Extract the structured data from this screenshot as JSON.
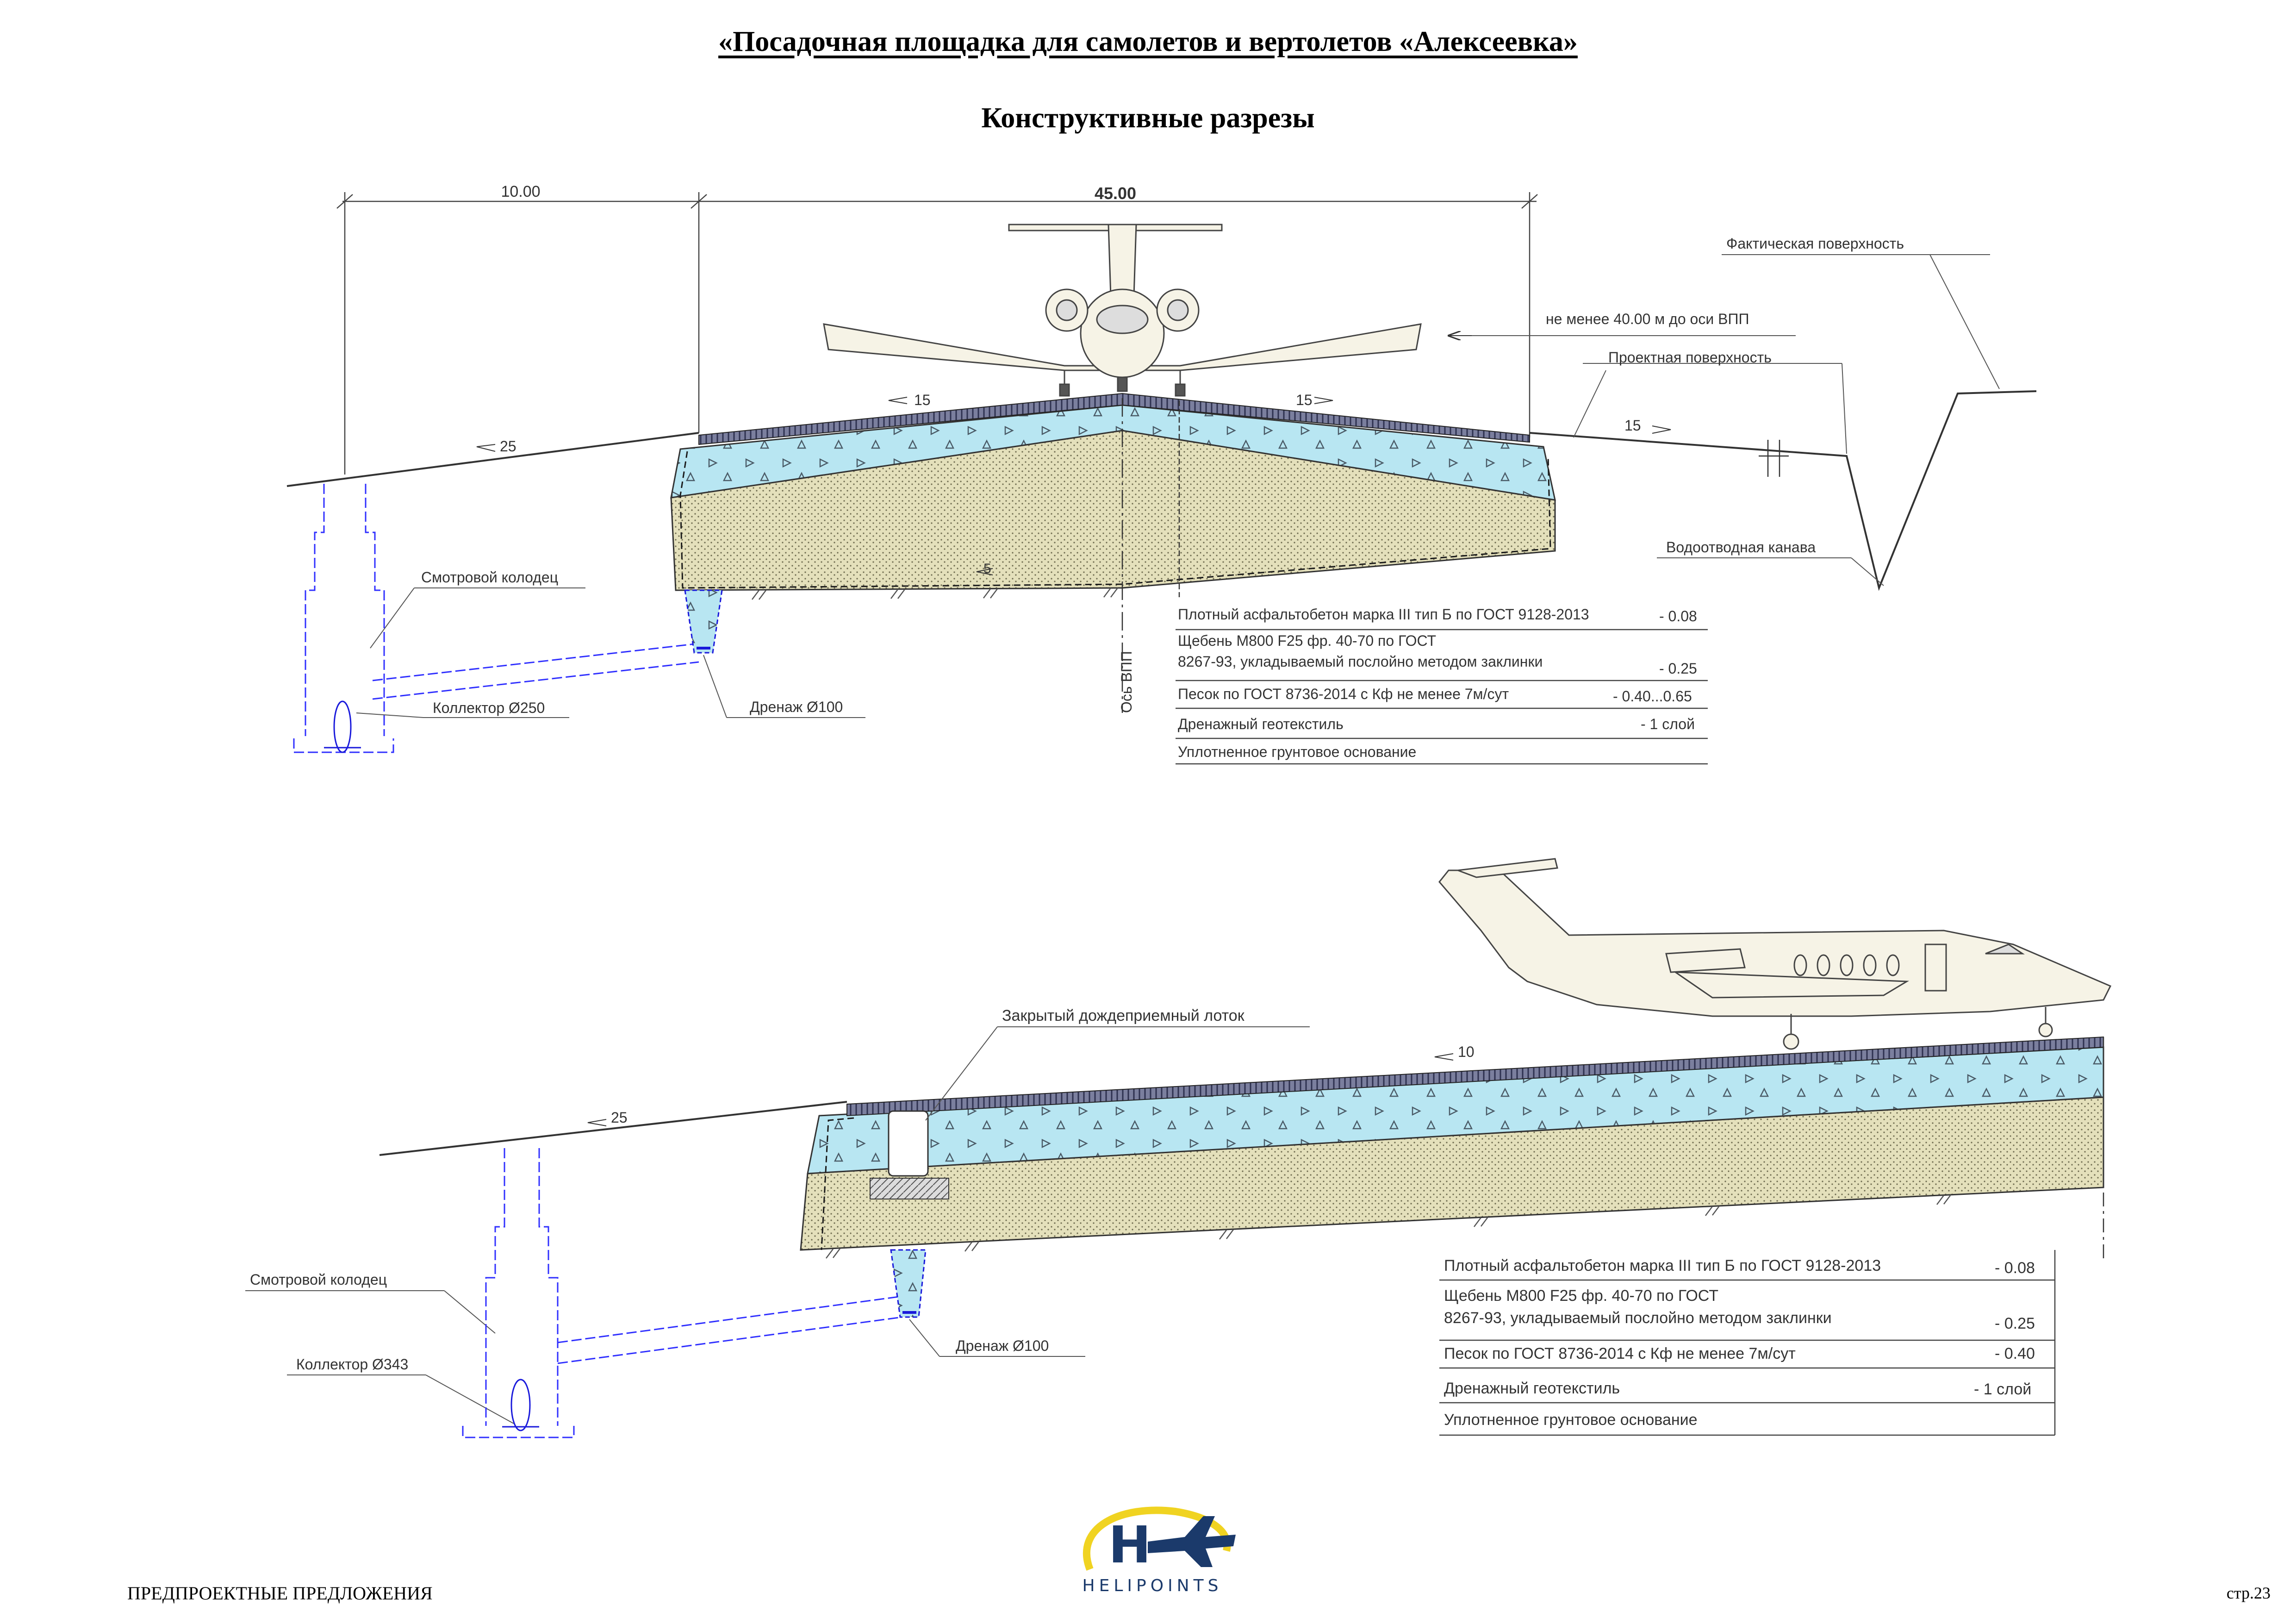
{
  "header": {
    "title": "«Посадочная площадка для самолетов и вертолетов «Алексеевка»",
    "subtitle": "Конструктивные разрезы"
  },
  "section1": {
    "dim_left": "10.00",
    "dim_main": "45.00",
    "slope_left": "25",
    "slope_runway_left": "15",
    "slope_runway_right": "15",
    "slope_shoulder": "15",
    "slope_base": "5",
    "label_actual_surface": "Фактическая поверхность",
    "label_min_distance": "не менее 40.00 м до оси ВПП",
    "label_design_surface": "Проектная поверхность",
    "label_ditch": "Водоотводная канава",
    "label_manhole": "Смотровой колодец",
    "label_collector": "Коллектор Ø250",
    "label_drain": "Дренаж Ø100",
    "label_axis": "Ось ВПП",
    "layers": [
      {
        "line1": "Плотный асфальтобетон марка III тип Б по ГОСТ 9128-2013",
        "line2": "",
        "value": "- 0.08"
      },
      {
        "line1": "Щебень М800 F25 фр. 40-70 по ГОСТ",
        "line2": "8267-93, укладываемый послойно методом заклинки",
        "value": "- 0.25"
      },
      {
        "line1": "Песок по ГОСТ 8736-2014 с Кф не менее 7м/сут",
        "line2": "",
        "value": "- 0.40...0.65"
      },
      {
        "line1": "Дренажный геотекстиль",
        "line2": "",
        "value": "- 1 слой"
      },
      {
        "line1": "Уплотненное грунтовое основание",
        "line2": "",
        "value": ""
      }
    ]
  },
  "section2": {
    "slope_left": "25",
    "slope_runway": "10",
    "label_tray": "Закрытый дождеприемный лоток",
    "label_manhole": "Смотровой колодец",
    "label_collector": "Коллектор Ø343",
    "label_drain": "Дренаж Ø100",
    "layers": [
      {
        "line1": "Плотный асфальтобетон марка III тип Б по ГОСТ 9128-2013",
        "line2": "",
        "value": "- 0.08"
      },
      {
        "line1": "Щебень М800 F25 фр. 40-70 по ГОСТ",
        "line2": "8267-93, укладываемый послойно методом заклинки",
        "value": "- 0.25"
      },
      {
        "line1": "Песок по ГОСТ 8736-2014 с Кф не менее 7м/сут",
        "line2": "",
        "value": "- 0.40"
      },
      {
        "line1": "Дренажный геотекстиль",
        "line2": "",
        "value": "- 1 слой"
      },
      {
        "line1": "Уплотненное грунтовое основание",
        "line2": "",
        "value": ""
      }
    ]
  },
  "footer": {
    "left": "ПРЕДПРОЕКТНЫЕ ПРЕДЛОЖЕНИЯ",
    "logo_letter": "H",
    "logo_text": "HELIPOINTS",
    "page": "стр.23"
  },
  "colors": {
    "gravel_fill": "#b8e6f2",
    "sand_fill": "#e4e0bb",
    "asphalt_fill": "#7b7f9e",
    "drain_blue": "#1a1adb",
    "logo_blue": "#1b3a6b",
    "logo_yellow": "#f0d321"
  }
}
